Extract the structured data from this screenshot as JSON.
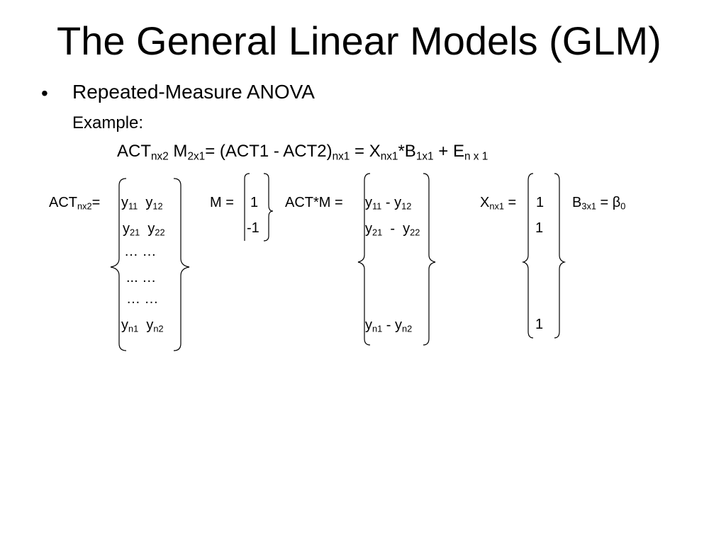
{
  "title": "The General Linear Models (GLM)",
  "bullet_symbol": "•",
  "bullet": "Repeated-Measure ANOVA",
  "example_label": "Example:",
  "equation": {
    "act": "ACT",
    "act_sub": "nx2",
    "m": " M",
    "m_sub": "2x1",
    "mid": "= (ACT1 - ACT2)",
    "mid_sub": "nx1",
    "x": " = X",
    "x_sub": "nx1",
    "b": "*B",
    "b_sub": "1x1",
    "e": "  + E",
    "e_sub": "n x 1"
  },
  "act_matrix": {
    "label": "ACT",
    "label_sub": "nx2",
    "eq": "=",
    "r1": {
      "a": "y",
      "a_sub": "11",
      "b": "y",
      "b_sub": "12"
    },
    "r2": {
      "a": "y",
      "a_sub": "21",
      "b": "y",
      "b_sub": "22"
    },
    "r3": "… …",
    "r4": "... …",
    "r5": "… …",
    "rn": {
      "a": "y",
      "a_sub": "n1",
      "b": "y",
      "b_sub": "n2"
    }
  },
  "m_matrix": {
    "label": "M =",
    "r1": "1",
    "r2": "-1"
  },
  "actm_matrix": {
    "label": "ACT*M =",
    "r1": {
      "a": "y",
      "a_sub": "11",
      "op": " - ",
      "b": "y",
      "b_sub": "12"
    },
    "r2": {
      "a": "y",
      "a_sub": "21",
      "op": "  -  ",
      "b": "y",
      "b_sub": "22"
    },
    "rn": {
      "a": "y",
      "a_sub": "n1",
      "op": " - ",
      "b": "y",
      "b_sub": "n2"
    }
  },
  "x_matrix": {
    "label": "X",
    "label_sub": "nx1",
    "eq": " =",
    "r1": "1",
    "r2": "1",
    "rn": "1"
  },
  "b_def": {
    "label": "B",
    "label_sub": "3x1",
    "eq": " = β",
    "eq_sub": "0"
  }
}
